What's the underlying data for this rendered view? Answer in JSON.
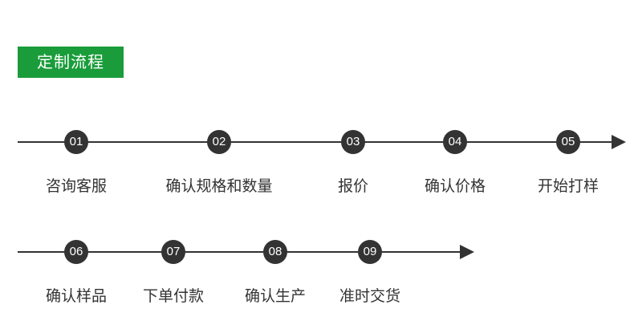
{
  "title": "定制流程",
  "colors": {
    "accent": "#1a9c3a",
    "line": "#333333",
    "text": "#333333"
  },
  "rows": [
    {
      "steps": [
        {
          "num": "01",
          "label": "咨询客服"
        },
        {
          "num": "02",
          "label": "确认规格和数量"
        },
        {
          "num": "03",
          "label": "报价"
        },
        {
          "num": "04",
          "label": "确认价格"
        },
        {
          "num": "05",
          "label": "开始打样"
        }
      ]
    },
    {
      "steps": [
        {
          "num": "06",
          "label": "确认样品"
        },
        {
          "num": "07",
          "label": "下单付款"
        },
        {
          "num": "08",
          "label": "确认生产"
        },
        {
          "num": "09",
          "label": "准时交货"
        }
      ]
    }
  ]
}
